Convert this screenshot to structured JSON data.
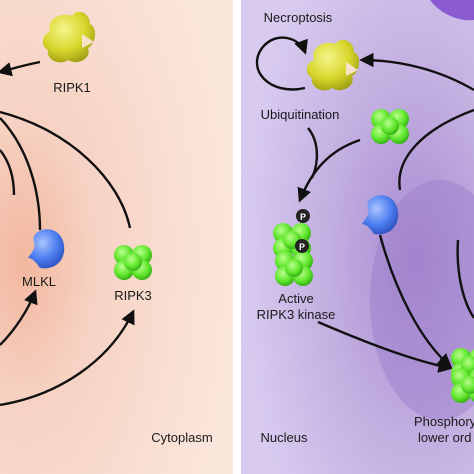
{
  "panels": {
    "cytoplasm": {
      "label": "Cytoplasm"
    },
    "nucleus": {
      "label": "Nucleus"
    }
  },
  "proteins": {
    "ripk1": "RIPK1",
    "mlkl": "MLKL",
    "ripk3": "RIPK3"
  },
  "nucleus_labels": {
    "necroptosis": "Necroptosis",
    "ubiquitination": "Ubiquitination",
    "active_line1": "Active",
    "active_line2": "RIPK3 kinase",
    "phospho_line1": "Phosphory",
    "phospho_line2": "lower ord"
  },
  "phospho_marker": "P",
  "colors": {
    "cytoplasm_bg": "#f7d9cc",
    "nucleus_bg": "#c8b6e2",
    "ripk1_yellow": "#d6d62a",
    "ripk3_green": "#5ee62a",
    "mlkl_blue": "#3a6fe0",
    "arrow": "#111111"
  },
  "icons": [
    "ripk1-protein-icon",
    "ripk3-protein-icon",
    "mlkl-protein-icon",
    "phosphate-icon"
  ]
}
